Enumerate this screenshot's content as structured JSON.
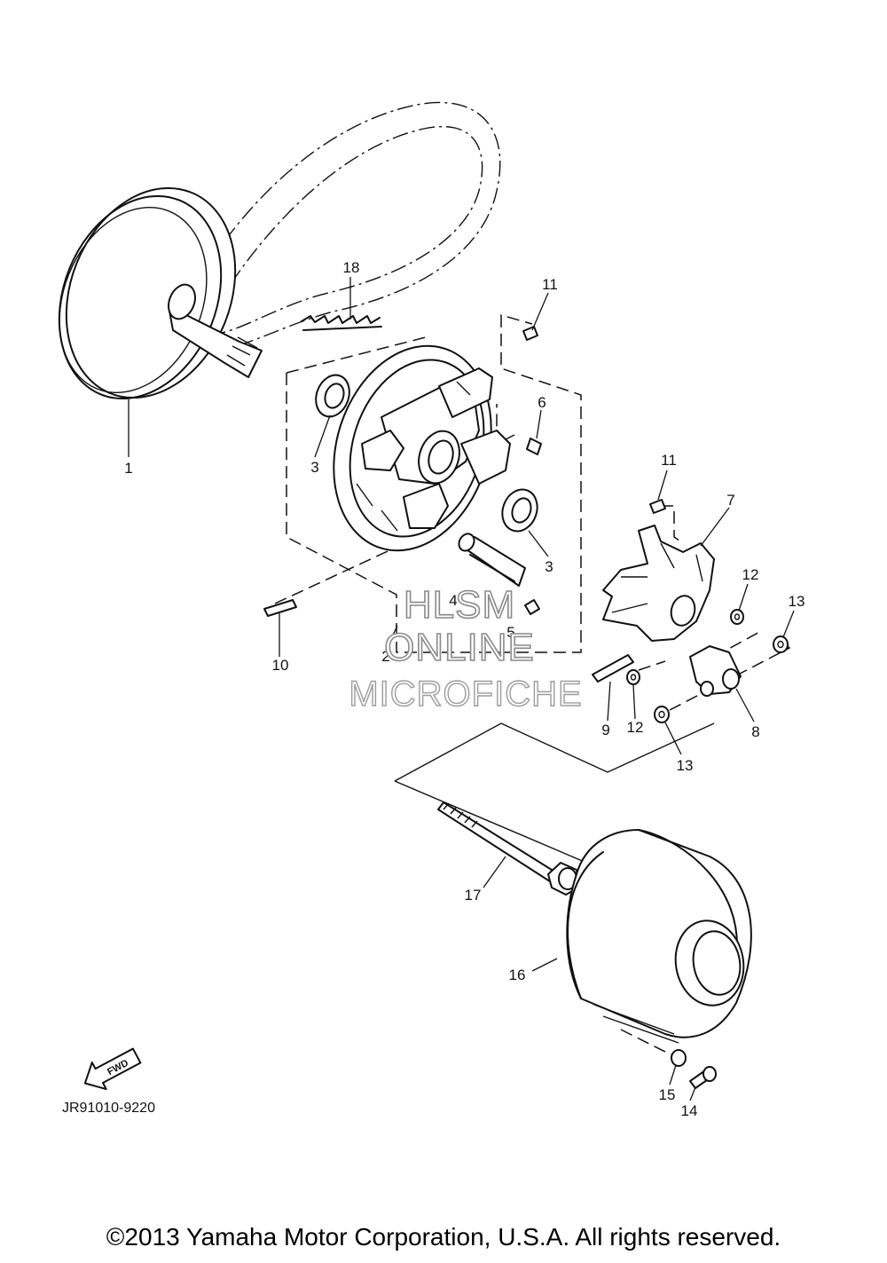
{
  "callouts": [
    "1",
    "18",
    "11",
    "6",
    "3",
    "3",
    "4",
    "5",
    "2",
    "10",
    "11",
    "7",
    "12",
    "13",
    "12",
    "9",
    "8",
    "13",
    "17",
    "16",
    "15",
    "14"
  ],
  "fwd_label": "FWD",
  "drawing_code": "JR91010-9220",
  "watermark": {
    "line1": "HLSM",
    "line2": "ONLINE",
    "line3": "MICROFICHE"
  },
  "copyright": "©2013 Yamaha Motor Corporation, U.S.A. All rights reserved."
}
